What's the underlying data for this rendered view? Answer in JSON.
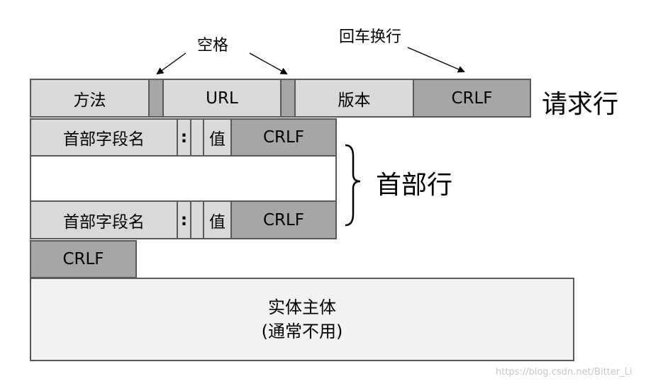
{
  "annotations": {
    "space": "空格",
    "crlf_note": "回车换行"
  },
  "request_line": {
    "method": "方法",
    "url": "URL",
    "version": "版本",
    "crlf": "CRLF",
    "label": "请求行"
  },
  "header_lines": [
    {
      "field_name": "首部字段名",
      "colon": ":",
      "value": "值",
      "crlf": "CRLF"
    },
    {
      "field_name": "首部字段名",
      "colon": ":",
      "value": "值",
      "crlf": "CRLF"
    }
  ],
  "header_label": "首部行",
  "blank_line": {
    "crlf": "CRLF"
  },
  "entity_body": {
    "line1": "实体主体",
    "line2": "(通常不用)"
  },
  "watermark": "https://blog.csdn.net/Bitter_Li",
  "colors": {
    "light": "#d9d9d9",
    "dark": "#a6a6a6",
    "body": "#f2f2f2",
    "border": "#5a5a5a"
  }
}
